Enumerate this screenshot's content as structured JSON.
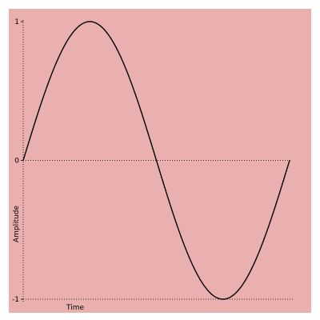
{
  "colors": {
    "background": "#eab0b0",
    "page": "#ffffff",
    "line": "#000000",
    "axis": "#000000"
  },
  "chart_data": {
    "type": "line",
    "title": "",
    "xlabel": "Time",
    "ylabel": "Amplitude",
    "xlim": [
      0,
      1
    ],
    "ylim": [
      -1,
      1
    ],
    "y_ticks": [
      {
        "value": 1,
        "label": "1"
      },
      {
        "value": 0,
        "label": "0"
      },
      {
        "value": -1,
        "label": "-1"
      }
    ],
    "x_ticks": [],
    "grid": false,
    "axis_line_style": "dotted",
    "series": [
      {
        "function": "sine",
        "cycles": 1,
        "amplitude": 1,
        "x": [
          0,
          0.05,
          0.1,
          0.15,
          0.2,
          0.25,
          0.3,
          0.35,
          0.4,
          0.45,
          0.5,
          0.55,
          0.6,
          0.65,
          0.7,
          0.75,
          0.8,
          0.85,
          0.9,
          0.95,
          1
        ],
        "y": [
          0,
          0.309,
          0.588,
          0.809,
          0.951,
          1,
          0.951,
          0.809,
          0.588,
          0.309,
          0,
          -0.309,
          -0.588,
          -0.809,
          -0.951,
          -1,
          -0.951,
          -0.809,
          -0.588,
          -0.309,
          0
        ]
      }
    ]
  }
}
